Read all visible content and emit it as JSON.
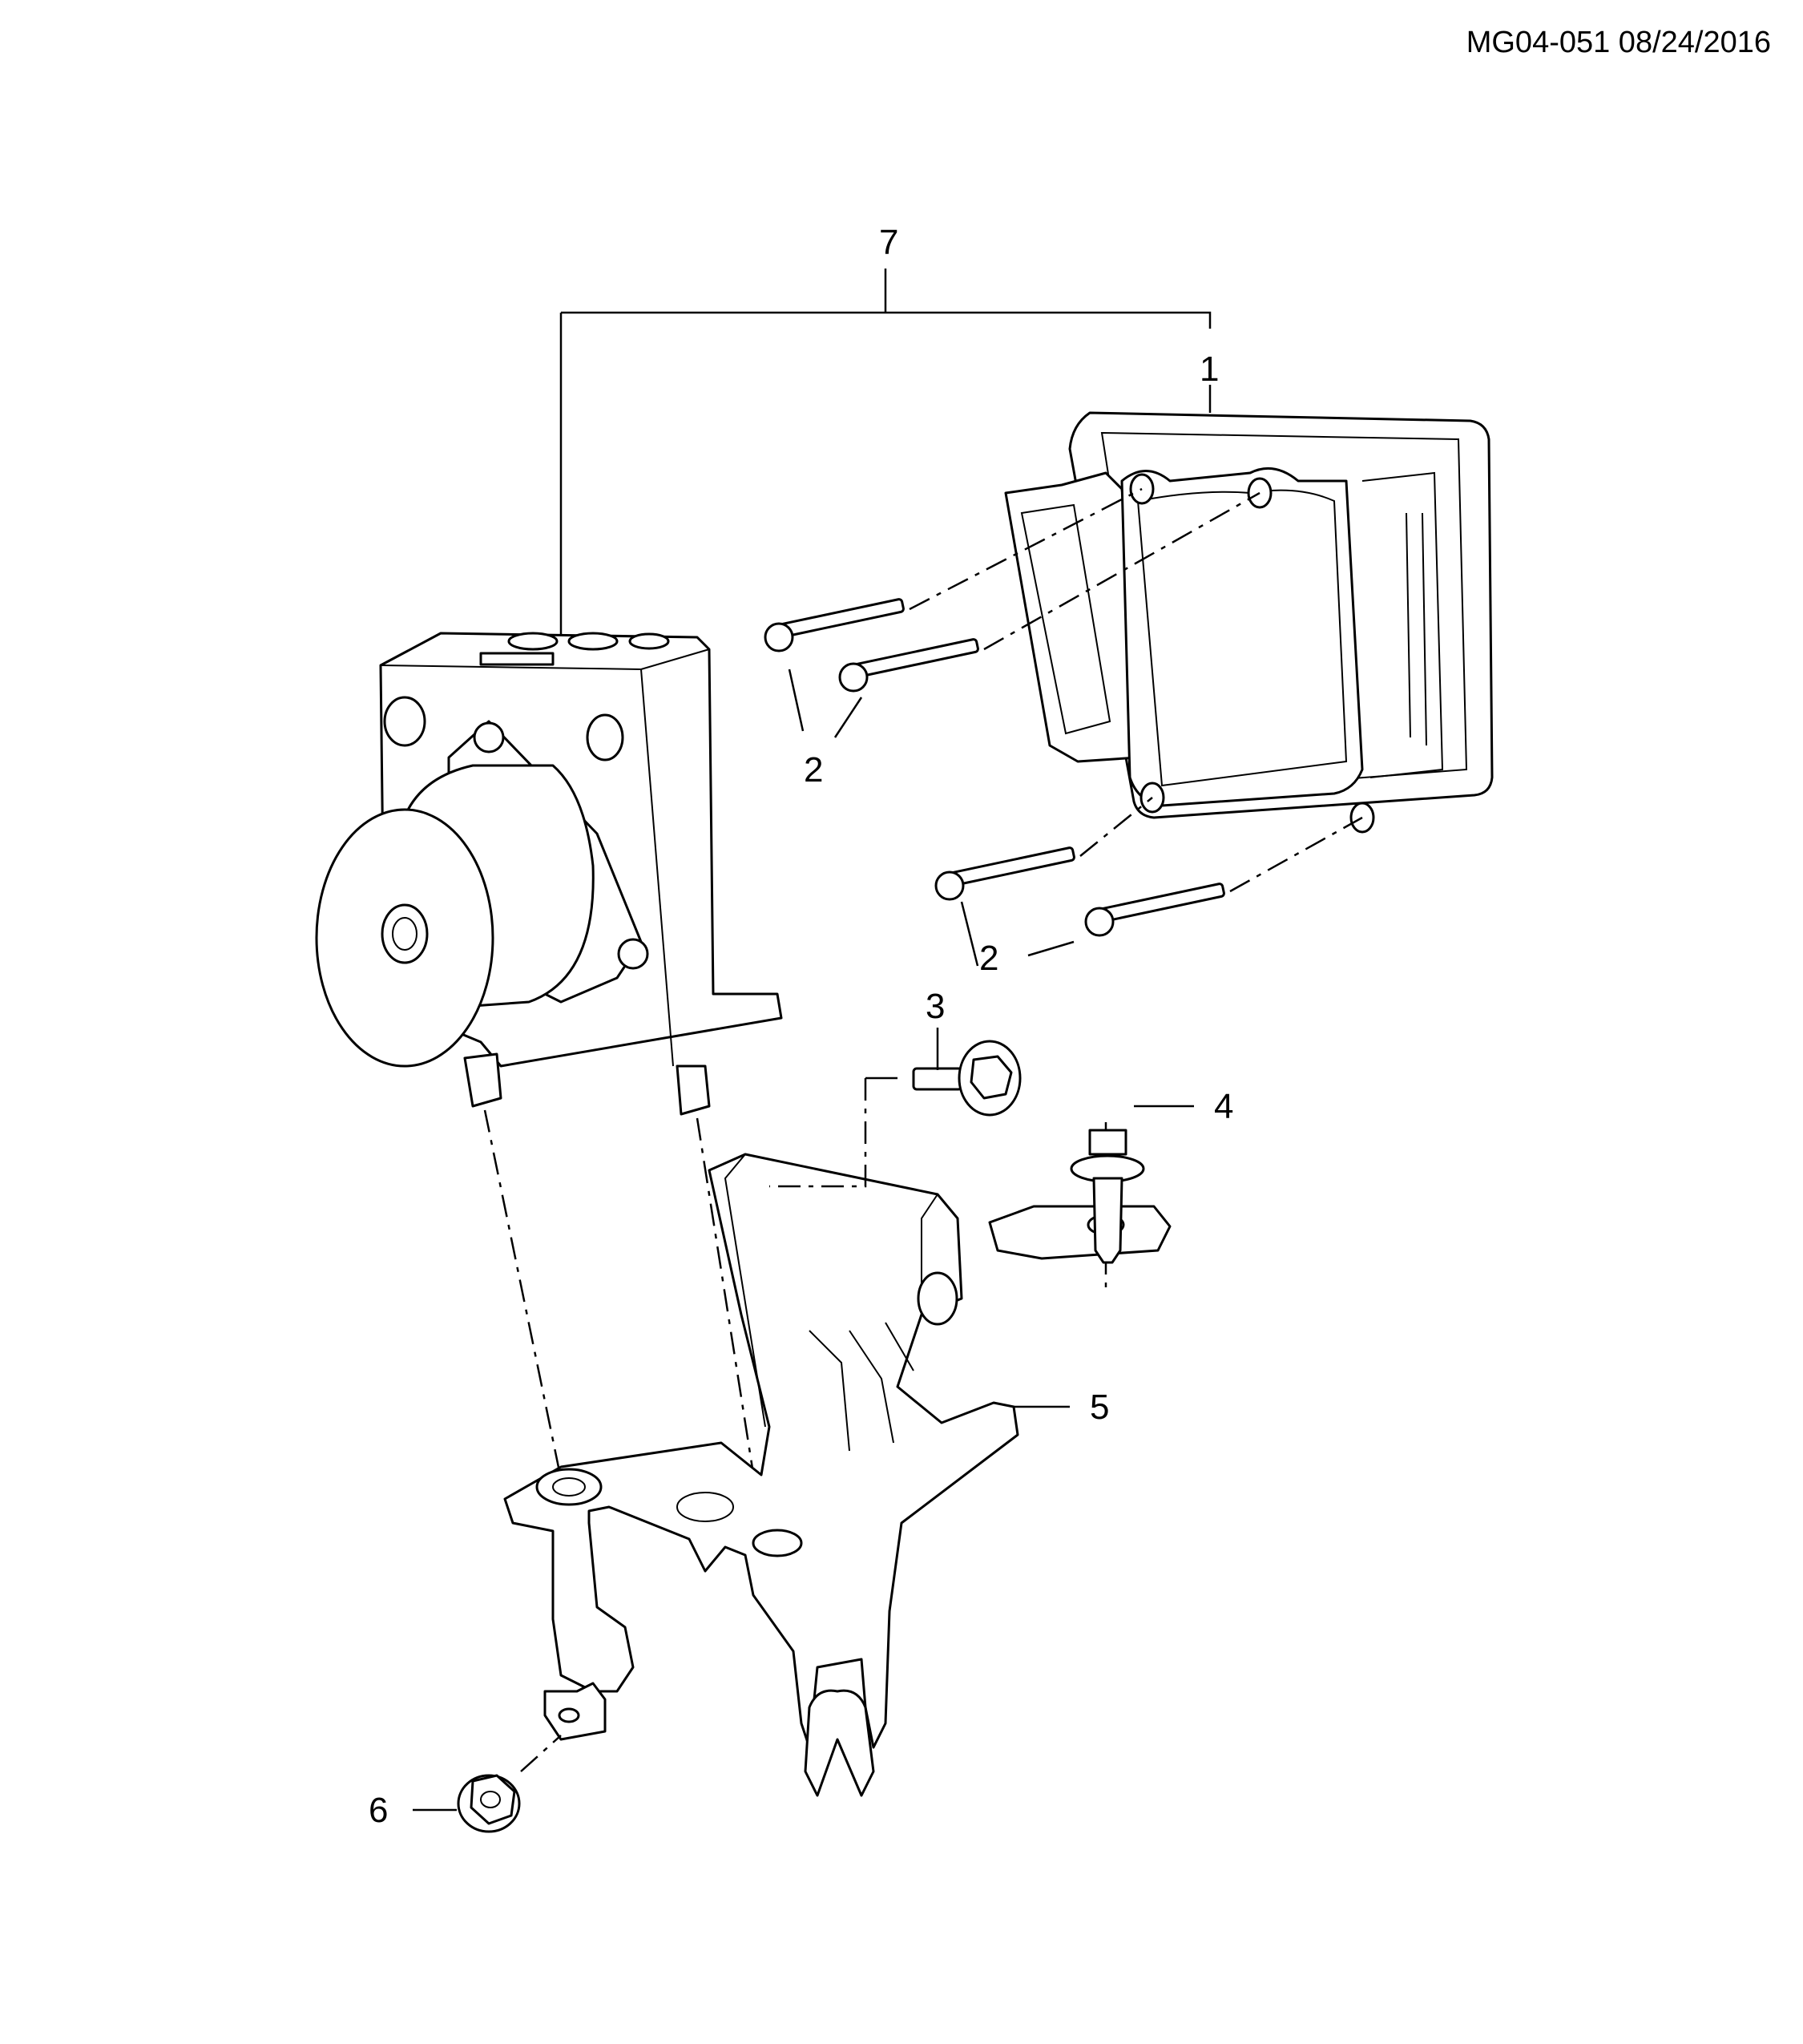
{
  "header": {
    "reference": "MG04-051 08/24/2016"
  },
  "callouts": [
    {
      "id": "1",
      "label": "1"
    },
    {
      "id": "2a",
      "label": "2"
    },
    {
      "id": "2b",
      "label": "2"
    },
    {
      "id": "3",
      "label": "3"
    },
    {
      "id": "4",
      "label": "4"
    },
    {
      "id": "5",
      "label": "5"
    },
    {
      "id": "6",
      "label": "6"
    },
    {
      "id": "7",
      "label": "7"
    }
  ]
}
